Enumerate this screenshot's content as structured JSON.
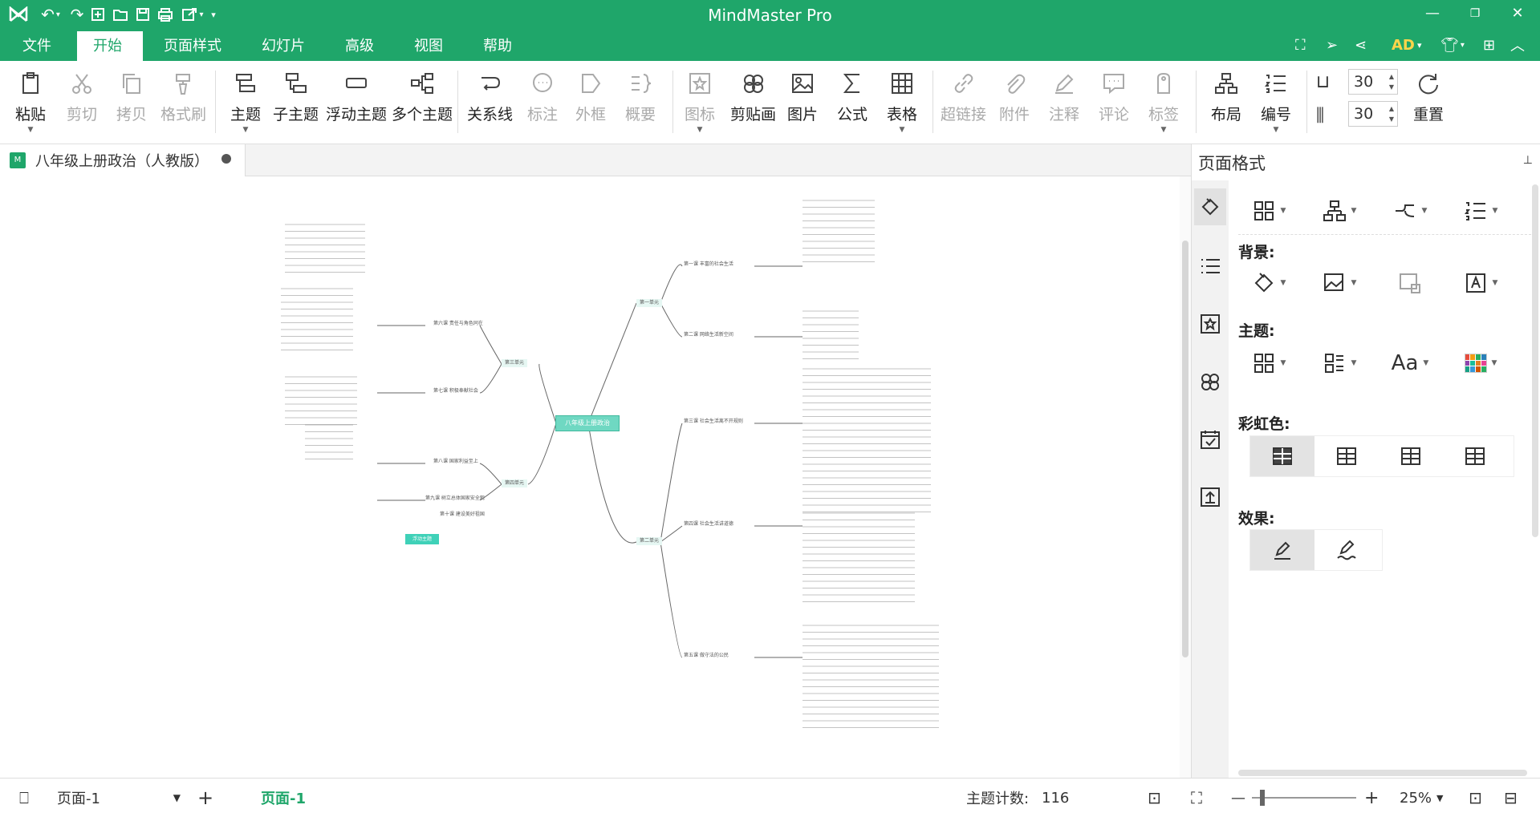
{
  "app": {
    "title": "MindMaster Pro"
  },
  "menu": {
    "tabs": [
      "文件",
      "开始",
      "页面样式",
      "幻灯片",
      "高级",
      "视图",
      "帮助"
    ],
    "active_index": 1,
    "user_badge": "AD"
  },
  "ribbon": {
    "paste": "粘贴",
    "cut": "剪切",
    "copy": "拷贝",
    "format_painter": "格式刷",
    "topic": "主题",
    "subtopic": "子主题",
    "floating_topic": "浮动主题",
    "multiple_topics": "多个主题",
    "relationship": "关系线",
    "callout": "标注",
    "boundary": "外框",
    "summary": "概要",
    "icon": "图标",
    "clipart": "剪贴画",
    "image": "图片",
    "formula": "公式",
    "table": "表格",
    "hyperlink": "超链接",
    "attachment": "附件",
    "note": "注释",
    "comment": "评论",
    "tag": "标签",
    "layout": "布局",
    "numbering": "编号",
    "spacing_h": "30",
    "spacing_v": "30",
    "reset": "重置"
  },
  "document": {
    "tab_title": "八年级上册政治（人教版）"
  },
  "mindmap": {
    "central": "八年级上册政治",
    "floating": "浮动主题",
    "branches_right": [
      "第一单元",
      "第二单元"
    ],
    "branches_left": [
      "第三单元",
      "第四单元"
    ],
    "lessons": [
      "第一课 丰富的社会生活",
      "第二课 网络生活新空间",
      "第三课 社会生活离不开规则",
      "第四课 社会生活讲道德",
      "第五课 做守法的公民",
      "第六课 责任与角色同在",
      "第七课 积极奉献社会",
      "第八课 国家利益至上",
      "第九课 树立总体国家安全观",
      "第十课 建设美好祖国"
    ]
  },
  "panel": {
    "title": "页面格式",
    "background": "背景:",
    "theme": "主题:",
    "rainbow": "彩虹色:",
    "effect": "效果:",
    "font_label": "Aa"
  },
  "status": {
    "page_select": "页面-1",
    "page_tab": "页面-1",
    "topic_count_label": "主题计数:",
    "topic_count": "116",
    "zoom": "25%"
  },
  "colors": {
    "brand": "#1fa66a",
    "central_node": "#6fd8c2",
    "floating_node": "#3fd1b8"
  }
}
